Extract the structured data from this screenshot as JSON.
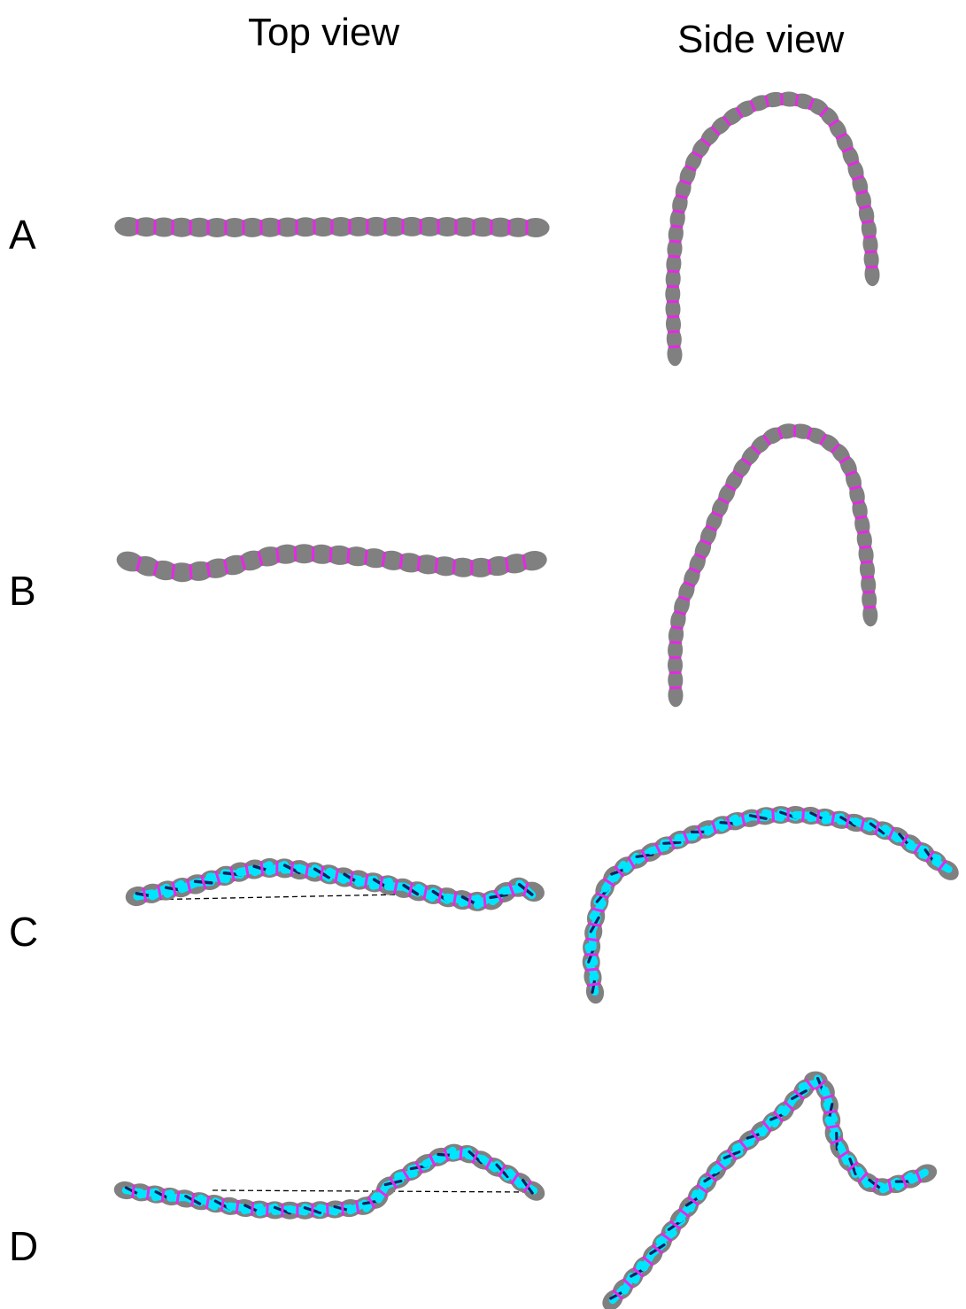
{
  "headers": {
    "top_view": "Top view",
    "side_view": "Side view"
  },
  "rows": [
    {
      "label": "A"
    },
    {
      "label": "B"
    },
    {
      "label": "C"
    },
    {
      "label": "D"
    }
  ],
  "colors": {
    "bead": "#808080",
    "junction": "#e628e6",
    "twist_light": "#00e5ff",
    "twist_dark": "#102060",
    "reference_line": "#000000"
  }
}
